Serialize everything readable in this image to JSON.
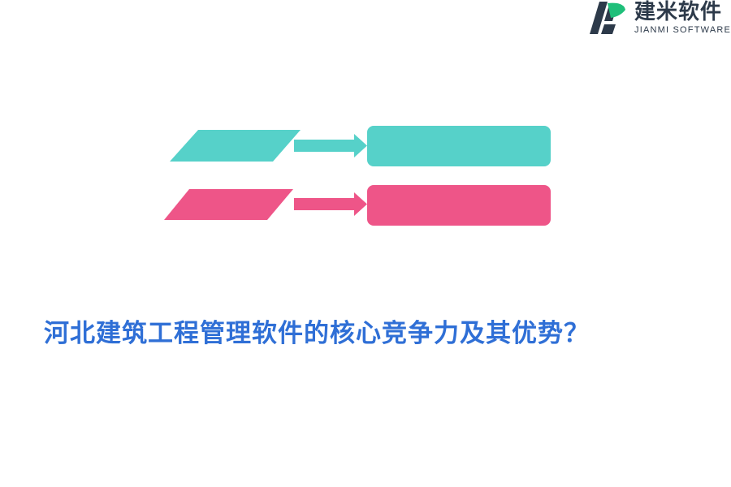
{
  "logo": {
    "name_cn": "建米软件",
    "name_en": "JIANMI SOFTWARE",
    "colors": {
      "green": "#1fbf7a",
      "navy": "#2d3a4a"
    }
  },
  "diagram": {
    "rows": [
      {
        "color": "#56d1c9",
        "label": ""
      },
      {
        "color": "#ee5588",
        "label": ""
      }
    ]
  },
  "title": "河北建筑工程管理软件的核心竞争力及其优势？",
  "colors": {
    "title": "#2f6fd6",
    "background": "#ffffff"
  }
}
